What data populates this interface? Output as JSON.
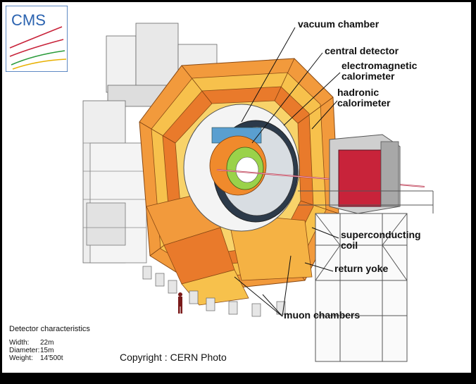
{
  "logo": {
    "text": "CMS"
  },
  "labels": {
    "vacuum_chamber": "vacuum chamber",
    "central_detector": "central detector",
    "em_calorimeter_line1": "electromagnetic",
    "em_calorimeter_line2": "calorimeter",
    "hadronic_line1": "hadronic",
    "hadronic_line2": "calorimeter",
    "coil_line1": "superconducting",
    "coil_line2": "coil",
    "return_yoke": "return yoke",
    "muon_chambers": "muon chambers"
  },
  "specs": {
    "title": "Detector characteristics",
    "rows": [
      {
        "key": "Width:",
        "value": "22m"
      },
      {
        "key": "Diameter:",
        "value": "15m"
      },
      {
        "key": "Weight:",
        "value": "14'500t"
      }
    ]
  },
  "copyright": "Copyright : CERN Photo"
}
